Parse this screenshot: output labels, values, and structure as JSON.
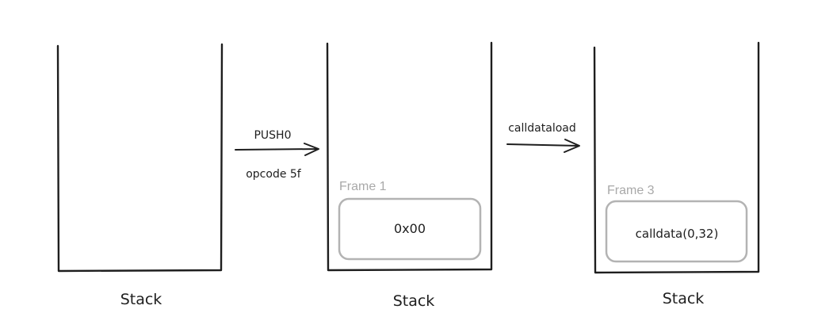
{
  "stacks": [
    {
      "label": "Stack"
    },
    {
      "label": "Stack",
      "frame": {
        "title": "Frame 1",
        "value": "0x00"
      }
    },
    {
      "label": "Stack",
      "frame": {
        "title": "Frame 3",
        "value": "calldata(0,32)"
      }
    }
  ],
  "arrows": [
    {
      "top_label": "PUSH0",
      "bottom_label": "opcode 5f"
    },
    {
      "top_label": "calldataload"
    }
  ]
}
